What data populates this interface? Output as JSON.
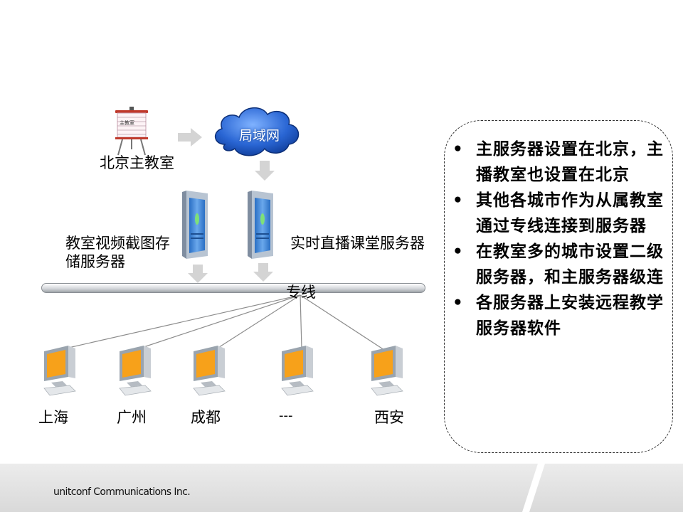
{
  "diagram": {
    "cloud_label": "局域网",
    "main_classroom_label": "北京主教室",
    "board_label": "主教室",
    "snapshot_server_label": "教室视频截图存储服务器",
    "live_server_label": "实时直播课堂服务器",
    "line_label": "专线",
    "cities": [
      {
        "name": "上海"
      },
      {
        "name": "广州"
      },
      {
        "name": "成都"
      },
      {
        "name": "---"
      },
      {
        "name": "西安"
      }
    ]
  },
  "bullets": [
    "主服务器设置在北京，主播教室也设置在北京",
    "其他各城市作为从属教室通过专线连接到服务器",
    "在教室多的城市设置二级服务器，和主服务器级连",
    "各服务器上安装远程教学服务器软件"
  ],
  "footer": {
    "company": "unitconf Communications Inc."
  },
  "colors": {
    "cloud": "#1f5fc8",
    "monitor_screen": "#f7a11a",
    "server_body": "#2f7bd0"
  }
}
